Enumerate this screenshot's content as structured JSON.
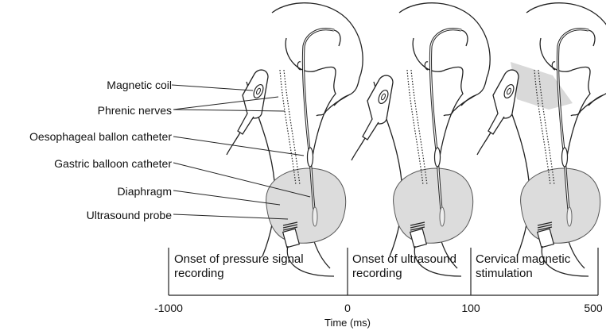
{
  "labels": {
    "magnetic_coil": "Magnetic coil",
    "phrenic_nerves": "Phrenic nerves",
    "oesophageal_catheter": "Oesophageal ballon catheter",
    "gastric_catheter": "Gastric balloon catheter",
    "diaphragm": "Diaphragm",
    "ultrasound_probe": "Ultrasound probe"
  },
  "timeline": {
    "phases": [
      {
        "line1": "Onset of pressure signal",
        "line2": "recording"
      },
      {
        "line1": "Onset of  ultrasound",
        "line2": "recording"
      },
      {
        "line1": "Cervical magnetic",
        "line2": "stimulation"
      }
    ],
    "ticks": [
      "-1000",
      "0",
      "100",
      "500"
    ],
    "axis_label": "Time (ms)"
  },
  "colors": {
    "line": "#222222",
    "abdomen_fill": "#dcdcdc",
    "stim_zone": "#bfbfbf"
  }
}
